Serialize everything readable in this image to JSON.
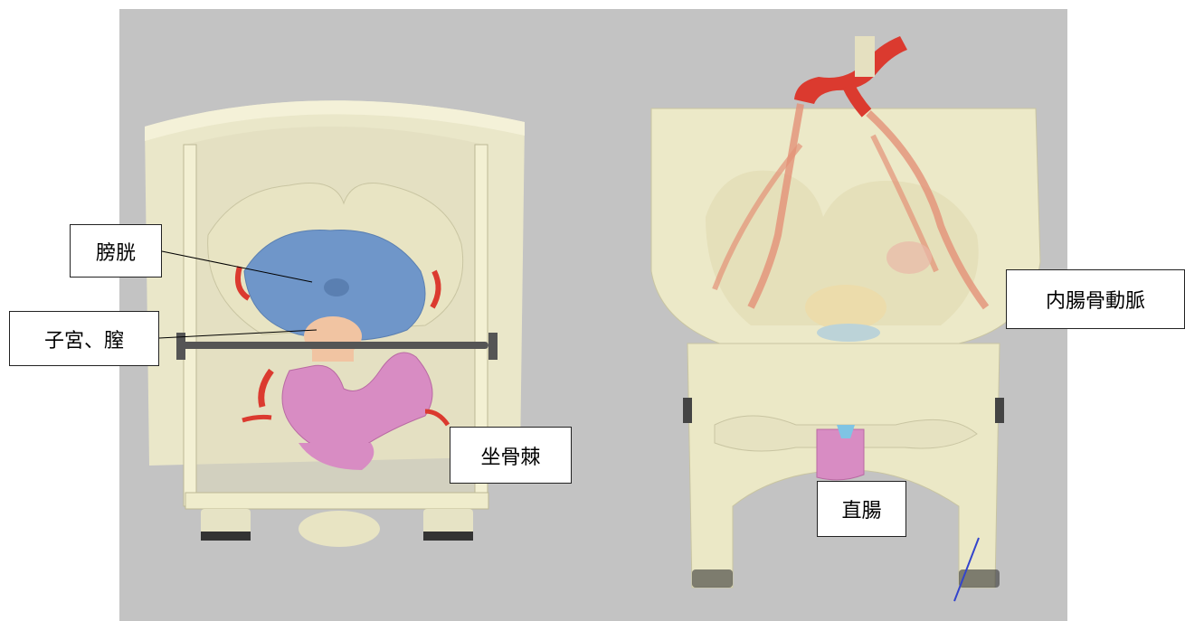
{
  "labels": {
    "bladder": "膀胱",
    "uterus_vagina": "子宮、膣",
    "ischial_spine": "坐骨棘",
    "internal_iliac_artery": "内腸骨動脈",
    "rectum": "直腸"
  },
  "colors": {
    "background_panel": "#c3c3c3",
    "frame_translucent": "#efeccc",
    "bone": "#e7e3c2",
    "bladder": "#6f96c9",
    "uterus": "#f1c4a2",
    "bowel": "#d88cc3",
    "artery": "#db3a2f",
    "cervix_blue": "#7fc4e4"
  }
}
